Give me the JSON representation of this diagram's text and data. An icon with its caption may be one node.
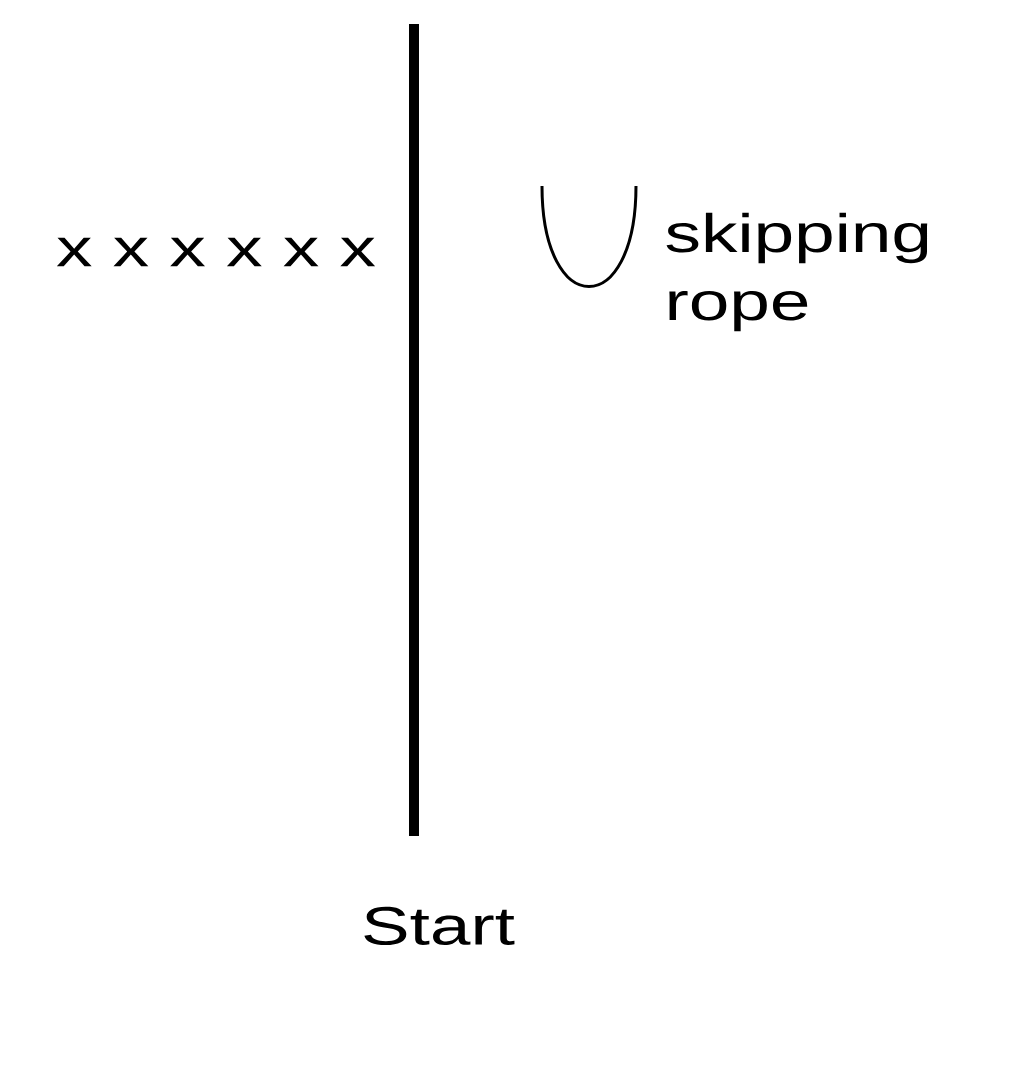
{
  "diagram": {
    "labels": [
      "x x x x x x",
      "skipping rope",
      "Start"
    ]
  }
}
